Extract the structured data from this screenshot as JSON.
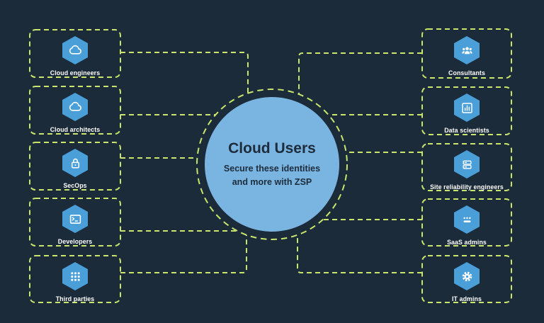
{
  "center": {
    "title": "Cloud Users",
    "subtitle_line1": "Secure these identities",
    "subtitle_line2": "and more with ZSP"
  },
  "boxes": {
    "left": [
      {
        "label": "Cloud engineers",
        "icon": "cloud-icon"
      },
      {
        "label": "Cloud architects",
        "icon": "cloud-icon"
      },
      {
        "label": "SecOps",
        "icon": "lock-icon"
      },
      {
        "label": "Developers",
        "icon": "terminal-icon"
      },
      {
        "label": "Third parties",
        "icon": "grid-icon"
      }
    ],
    "right": [
      {
        "label": "Consultants",
        "icon": "people-icon"
      },
      {
        "label": "Data scientists",
        "icon": "bar-chart-icon"
      },
      {
        "label": "Site reliability engineers",
        "icon": "server-stack-icon"
      },
      {
        "label": "SaaS admins",
        "icon": "ellipsis-bar-icon"
      },
      {
        "label": "IT admins",
        "icon": "gear-icon"
      }
    ]
  },
  "colors": {
    "background": "#1c2b3a",
    "dash_green": "#c9e56b",
    "hexagon_blue": "#4b9fd9",
    "circle_blue": "#7ab4e0",
    "circle_text": "#1d2c3b",
    "label_text": "#ffffff"
  }
}
